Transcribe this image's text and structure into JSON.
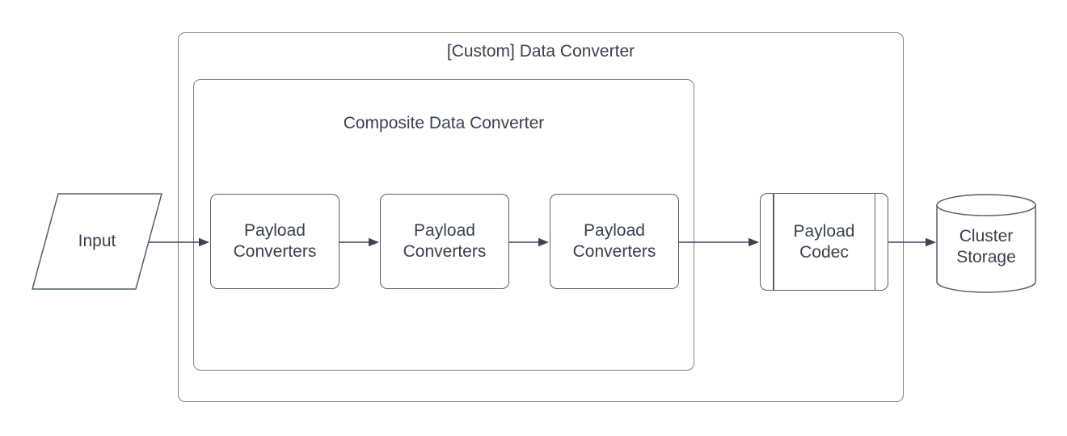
{
  "diagram": {
    "containers": [
      {
        "id": "custom-data-converter",
        "title": "[Custom] Data Converter"
      },
      {
        "id": "composite-data-converter",
        "title": "Composite Data Converter"
      }
    ],
    "nodes": [
      {
        "id": "input",
        "shape": "parallelogram",
        "label": "Input"
      },
      {
        "id": "payload-converters-1",
        "shape": "rounded-rectangle",
        "label": "Payload\nConverters"
      },
      {
        "id": "payload-converters-2",
        "shape": "rounded-rectangle",
        "label": "Payload\nConverters"
      },
      {
        "id": "payload-converters-3",
        "shape": "rounded-rectangle",
        "label": "Payload\nConverters"
      },
      {
        "id": "payload-codec",
        "shape": "predefined-process",
        "label": "Payload\nCodec"
      },
      {
        "id": "cluster-storage",
        "shape": "cylinder",
        "label": "Cluster\nStorage"
      }
    ],
    "edges": [
      {
        "from": "input",
        "to": "payload-converters-1"
      },
      {
        "from": "payload-converters-1",
        "to": "payload-converters-2"
      },
      {
        "from": "payload-converters-2",
        "to": "payload-converters-3"
      },
      {
        "from": "payload-converters-3",
        "to": "payload-codec"
      },
      {
        "from": "payload-codec",
        "to": "cluster-storage"
      }
    ],
    "colors": {
      "stroke": "#555e6b",
      "container_stroke": "#7b828e",
      "text": "#39414d",
      "arrow": "#3c4450",
      "background": "#ffffff"
    }
  }
}
